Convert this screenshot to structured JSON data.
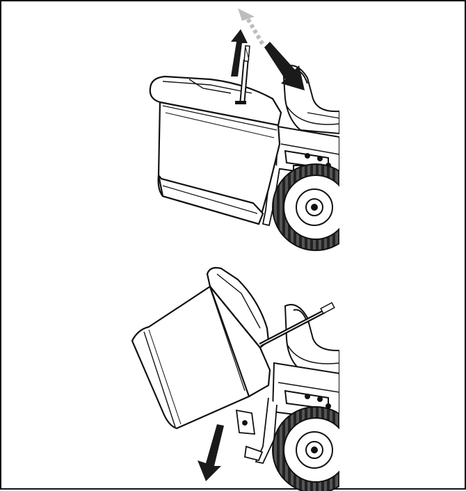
{
  "figure": {
    "description_ref": "instruction-illustration",
    "panels": [
      {
        "id": "top",
        "step": "lift-lever-to-release-bag"
      },
      {
        "id": "bottom",
        "step": "tip-bag-to-empty"
      }
    ],
    "colors": {
      "ink": "#111111",
      "fill": "#ffffff",
      "arrow_dashed": "#bdbdbd",
      "arrow_solid": "#1a1a1a"
    }
  }
}
